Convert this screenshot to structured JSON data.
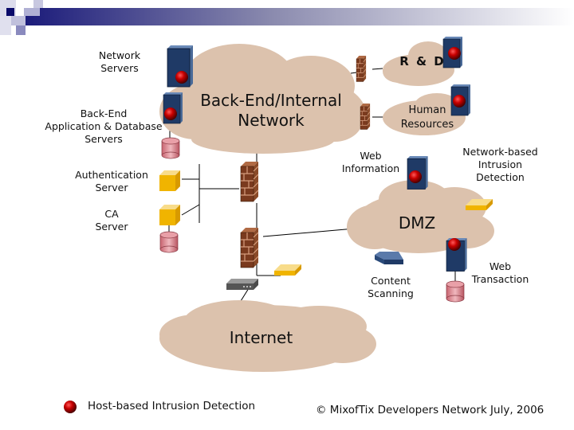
{
  "slide": {
    "header_bar": {
      "gradient_start": "#1a1a7a",
      "gradient_end": "#ffffff"
    }
  },
  "clouds": {
    "backend": "Back-End/Internal\nNetwork",
    "backend_line1": "Back-End/Internal",
    "backend_line2": "Network",
    "rnd": "R & D",
    "hr_line1": "Human",
    "hr_line2": "Resources",
    "dmz": "DMZ",
    "internet": "Internet"
  },
  "labels": {
    "network_servers": [
      "Network",
      "Servers"
    ],
    "backend_app_db": [
      "Back-End",
      "Application & Database",
      "Servers"
    ],
    "authentication_server": [
      "Authentication",
      "Server"
    ],
    "ca_server": [
      "CA",
      "Server"
    ],
    "web_information": [
      "Web",
      "Information"
    ],
    "network_ids": [
      "Network-based",
      "Intrusion",
      "Detection"
    ],
    "content_scanning": [
      "Content",
      "Scanning"
    ],
    "web_transaction": [
      "Web",
      "Transaction"
    ]
  },
  "legend": {
    "host_ids_label": "Host-based Intrusion Detection",
    "icon": "red-sphere"
  },
  "footer": {
    "copyright": "© MixofTix Developers Network July, 2006"
  },
  "colors": {
    "cloud": "#dcc2ad",
    "server": "#1f3a66",
    "server_side": "#4a6a98",
    "ids_sphere": "#c40000",
    "database": "#d98a92",
    "auth_box": "#f0b400",
    "auth_top": "#f8dc8a",
    "firewall": "#7a3a1e"
  }
}
